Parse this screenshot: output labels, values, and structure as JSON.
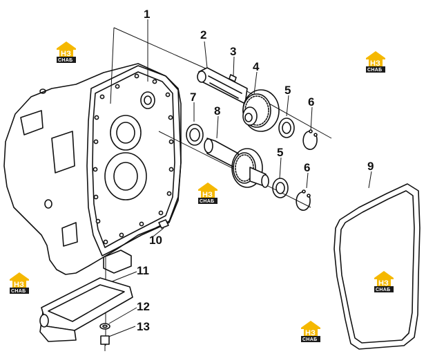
{
  "callouts": {
    "c1": "1",
    "c2": "2",
    "c3": "3",
    "c4": "4",
    "c5a": "5",
    "c5b": "5",
    "c6a": "6",
    "c6b": "6",
    "c7": "7",
    "c8": "8",
    "c9": "9",
    "c10": "10",
    "c11": "11",
    "c12": "12",
    "c13": "13"
  },
  "watermark": {
    "main": "НЗ",
    "sub": "СНАБ",
    "accent": "#f5b800",
    "dark": "#1a1a1a"
  }
}
